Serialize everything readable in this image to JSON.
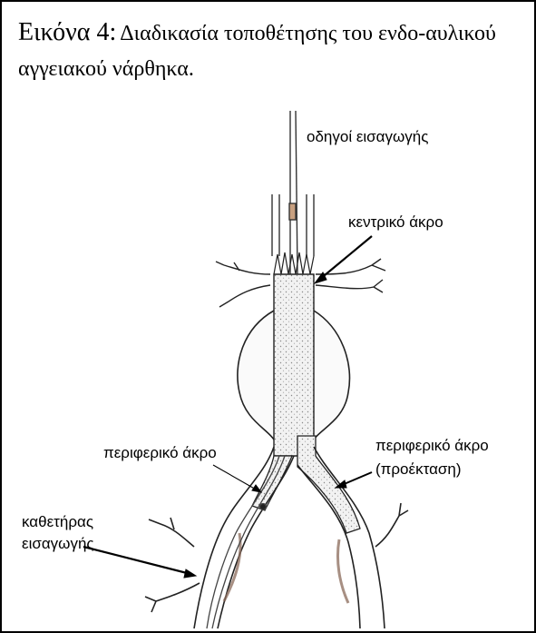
{
  "figure": {
    "caption_label": "Εικόνα 4:",
    "caption_text": "Διαδικασία τοποθέτησης του ενδο-αυλικού αγγειακού νάρθηκα."
  },
  "labels": {
    "guides": "οδηγοί εισαγωγής",
    "central_end": "κεντρικό άκρο",
    "peripheral_end_left": "περιφερικό άκρο",
    "peripheral_end_right_1": "περιφερικό άκρο",
    "peripheral_end_right_2": "(προέκταση)",
    "catheter_1": "καθετήρας",
    "catheter_2": "εισαγωγής"
  }
}
